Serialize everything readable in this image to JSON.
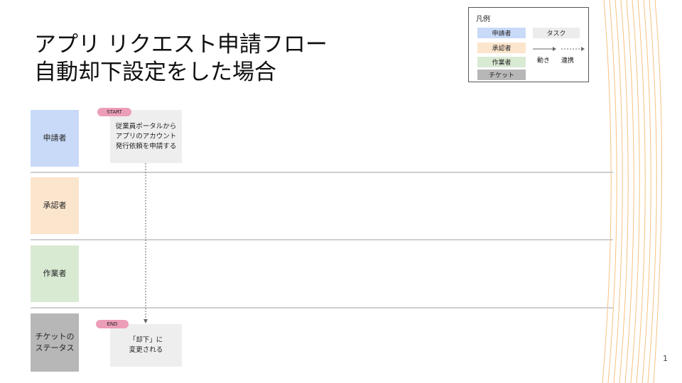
{
  "title": {
    "line1": "アプリ リクエスト申請フロー",
    "line2": "自動却下設定をした場合"
  },
  "legend": {
    "title": "凡例",
    "roles": [
      {
        "label": "申請者",
        "color": "#c9daf8"
      },
      {
        "label": "承認者",
        "color": "#fce5cd"
      },
      {
        "label": "作業者",
        "color": "#d9ead3"
      },
      {
        "label": "チケット",
        "color": "#b7b7b7"
      }
    ],
    "task_label": "タスク",
    "motion_label": "動き",
    "link_label": "連携"
  },
  "lanes": [
    {
      "label": "申請者",
      "color": "#c9daf8"
    },
    {
      "label": "承認者",
      "color": "#fce5cd"
    },
    {
      "label": "作業者",
      "color": "#d9ead3"
    },
    {
      "label": "チケットの\nステータス",
      "color": "#b7b7b7"
    }
  ],
  "tasks": {
    "start": {
      "pill": "START",
      "text": "従業員ポータルから\nアプリのアカウント\n発行依頼を申請する"
    },
    "end": {
      "pill": "END",
      "text": "「却下」に\n変更される"
    }
  },
  "page_number": "1"
}
